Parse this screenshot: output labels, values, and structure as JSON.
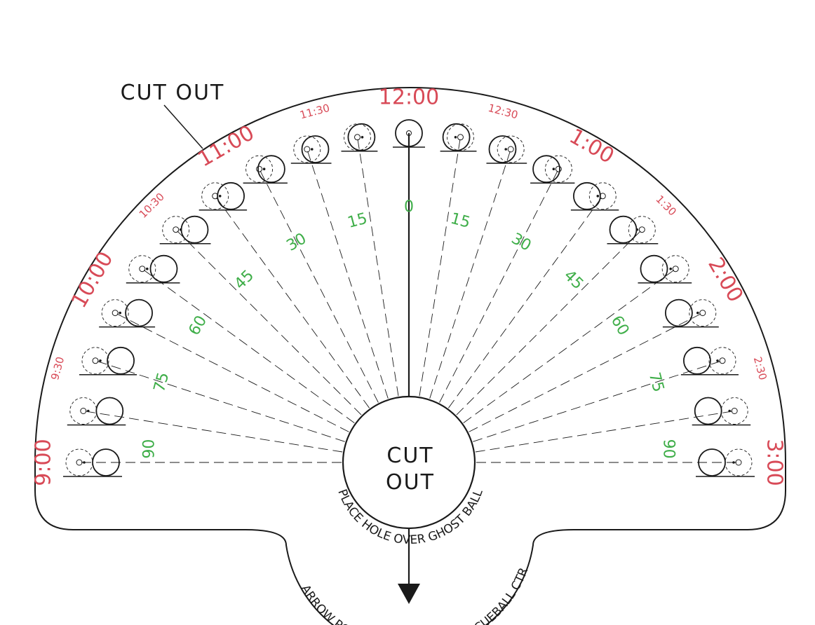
{
  "annotation_label": "CUT OUT",
  "center_hole": {
    "line1": "CUT",
    "line2": "OUT"
  },
  "curved_text": {
    "place_hole": "PLACE HOLE OVER GHOST BALL",
    "arrow_points": "ARROW POINTS",
    "to_cueball": "TO CUEBALL CTR"
  },
  "colors": {
    "clock": "#d84a57",
    "angle": "#3fae49",
    "ink": "#1a1a1a"
  },
  "clock_labels": [
    {
      "text": "9:00",
      "size": "large"
    },
    {
      "text": "9:30",
      "size": "small"
    },
    {
      "text": "10:00",
      "size": "large"
    },
    {
      "text": "10:30",
      "size": "small"
    },
    {
      "text": "11:00",
      "size": "large"
    },
    {
      "text": "11:30",
      "size": "small"
    },
    {
      "text": "12:00",
      "size": "large"
    },
    {
      "text": "12:30",
      "size": "small"
    },
    {
      "text": "1:00",
      "size": "large"
    },
    {
      "text": "1:30",
      "size": "small"
    },
    {
      "text": "2:00",
      "size": "large"
    },
    {
      "text": "2:30",
      "size": "small"
    },
    {
      "text": "3:00",
      "size": "large"
    }
  ],
  "angle_labels": [
    {
      "text": "90",
      "side": "left",
      "angle": 90
    },
    {
      "text": "75",
      "side": "left",
      "angle": 75
    },
    {
      "text": "60",
      "side": "left",
      "angle": 60
    },
    {
      "text": "45",
      "side": "left",
      "angle": 45
    },
    {
      "text": "30",
      "side": "left",
      "angle": 30
    },
    {
      "text": "15",
      "side": "left",
      "angle": 15
    },
    {
      "text": "0",
      "side": "center",
      "angle": 0
    },
    {
      "text": "15",
      "side": "right",
      "angle": 15
    },
    {
      "text": "30",
      "side": "right",
      "angle": 30
    },
    {
      "text": "45",
      "side": "right",
      "angle": 45
    },
    {
      "text": "60",
      "side": "right",
      "angle": 60
    },
    {
      "text": "75",
      "side": "right",
      "angle": 75
    },
    {
      "text": "90",
      "side": "right",
      "angle": 90
    }
  ],
  "ball_pairs_count": 21
}
